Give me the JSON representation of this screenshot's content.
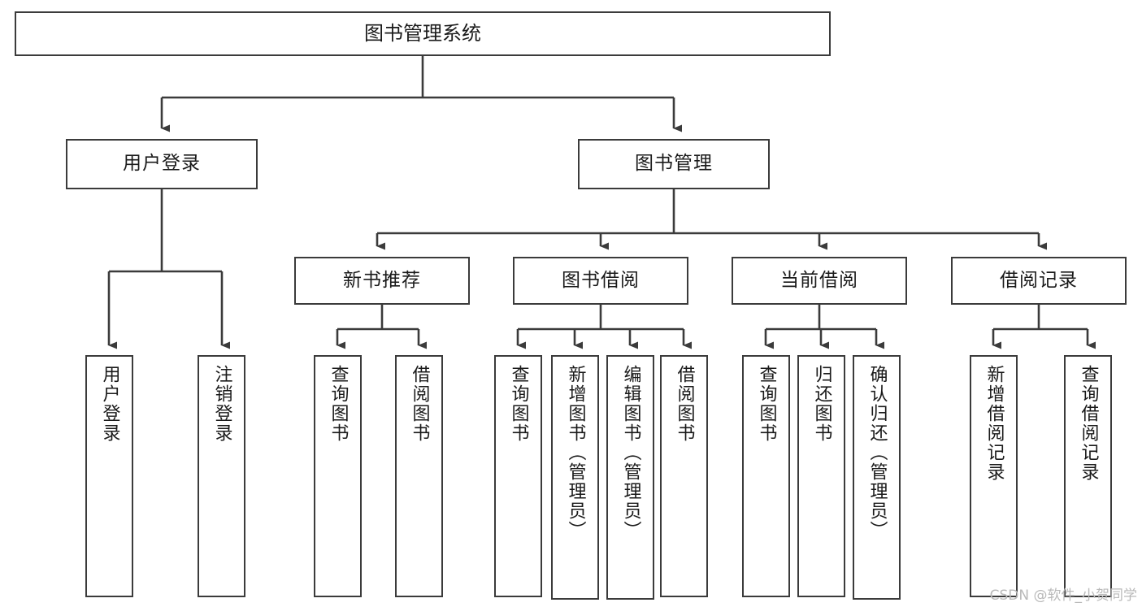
{
  "diagram": {
    "title": "图书管理系统",
    "type": "tree-hierarchy-diagram",
    "watermark": "CSDN @软件_小贺同学",
    "colors": {
      "box_border": "#3b3b3b",
      "box_fill": "#ffffff",
      "connector": "#3b3b3b",
      "text": "#1a1a1a",
      "watermark": "#b9b9b9"
    },
    "nodes": {
      "root": {
        "label": "图书管理系统"
      },
      "level2": [
        {
          "label": "用户登录"
        },
        {
          "label": "图书管理"
        }
      ],
      "level3": [
        {
          "label": "新书推荐"
        },
        {
          "label": "图书借阅"
        },
        {
          "label": "当前借阅"
        },
        {
          "label": "借阅记录"
        }
      ],
      "leaves": {
        "user_login": [
          {
            "label": "用户登录"
          },
          {
            "label": "注销登录"
          }
        ],
        "new_book": [
          {
            "label": "查询图书"
          },
          {
            "label": "借阅图书"
          }
        ],
        "book_borrow": [
          {
            "label": "查询图书"
          },
          {
            "label": "新增图书（管理员）"
          },
          {
            "label": "编辑图书（管理员）"
          },
          {
            "label": "借阅图书"
          }
        ],
        "current_borrow": [
          {
            "label": "查询图书"
          },
          {
            "label": "归还图书"
          },
          {
            "label": "确认归还（管理员）"
          }
        ],
        "borrow_record": [
          {
            "label": "新增借阅记录"
          },
          {
            "label": "查询借阅记录"
          }
        ]
      }
    }
  }
}
